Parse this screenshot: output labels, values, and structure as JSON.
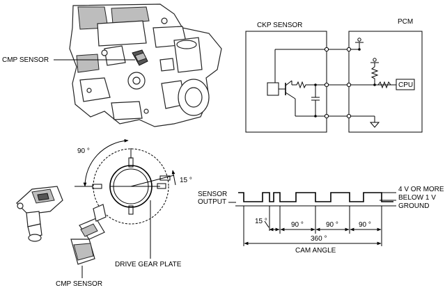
{
  "engine_view": {
    "cmp_sensor_label": "CMP SENSOR"
  },
  "circuit": {
    "ckp_sensor_label": "CKP SENSOR",
    "pcm_label": "PCM",
    "cpu_label": "CPU"
  },
  "drive_gear": {
    "angle_90_label": "90 °",
    "angle_15_label": "15 °",
    "drive_gear_plate_label": "DRIVE GEAR PLATE",
    "cmp_sensor_label": "CMP SENSOR"
  },
  "waveform": {
    "sensor_output_line1": "SENSOR",
    "sensor_output_line2": "OUTPUT",
    "high_level_label": "4 V OR MORE",
    "low_level_label": "BELOW 1 V",
    "ground_label": "GROUND",
    "dim_15_label": "15 °",
    "dim_90_a_label": "90 °",
    "dim_90_b_label": "90 °",
    "dim_90_c_label": "90 °",
    "dim_360_label": "360 °",
    "cam_angle_label": "CAM ANGLE"
  }
}
